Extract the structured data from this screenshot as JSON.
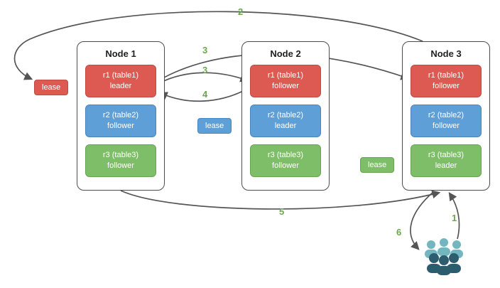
{
  "nodes": [
    {
      "title": "Node 1",
      "replicas": [
        {
          "name": "r1 (table1)",
          "role": "leader",
          "color": "#dd5a52"
        },
        {
          "name": "r2 (table2)",
          "role": "follower",
          "color": "#5f9fd8"
        },
        {
          "name": "r3 (table3)",
          "role": "follower",
          "color": "#7fbe68"
        }
      ]
    },
    {
      "title": "Node 2",
      "replicas": [
        {
          "name": "r1 (table1)",
          "role": "follower",
          "color": "#dd5a52"
        },
        {
          "name": "r2 (table2)",
          "role": "leader",
          "color": "#5f9fd8"
        },
        {
          "name": "r3 (table3)",
          "role": "follower",
          "color": "#7fbe68"
        }
      ]
    },
    {
      "title": "Node 3",
      "replicas": [
        {
          "name": "r1 (table1)",
          "role": "follower",
          "color": "#dd5a52"
        },
        {
          "name": "r2 (table2)",
          "role": "follower",
          "color": "#5f9fd8"
        },
        {
          "name": "r3 (table3)",
          "role": "leader",
          "color": "#7fbe68"
        }
      ]
    }
  ],
  "leases": [
    {
      "label": "lease",
      "color": "#dd5a52"
    },
    {
      "label": "lease",
      "color": "#5f9fd8"
    },
    {
      "label": "lease",
      "color": "#7fbe68"
    }
  ],
  "steps": [
    {
      "label": "2"
    },
    {
      "label": "3"
    },
    {
      "label": "3"
    },
    {
      "label": "4"
    },
    {
      "label": "5"
    },
    {
      "label": "1"
    },
    {
      "label": "6"
    }
  ],
  "icons": {
    "users": "users-icon"
  },
  "colors": {
    "arrow": "#555555",
    "step_text": "#6aa84f",
    "node_border": "#4d4d4d",
    "users_light": "#74b6bf",
    "users_dark": "#2c5d6e"
  }
}
